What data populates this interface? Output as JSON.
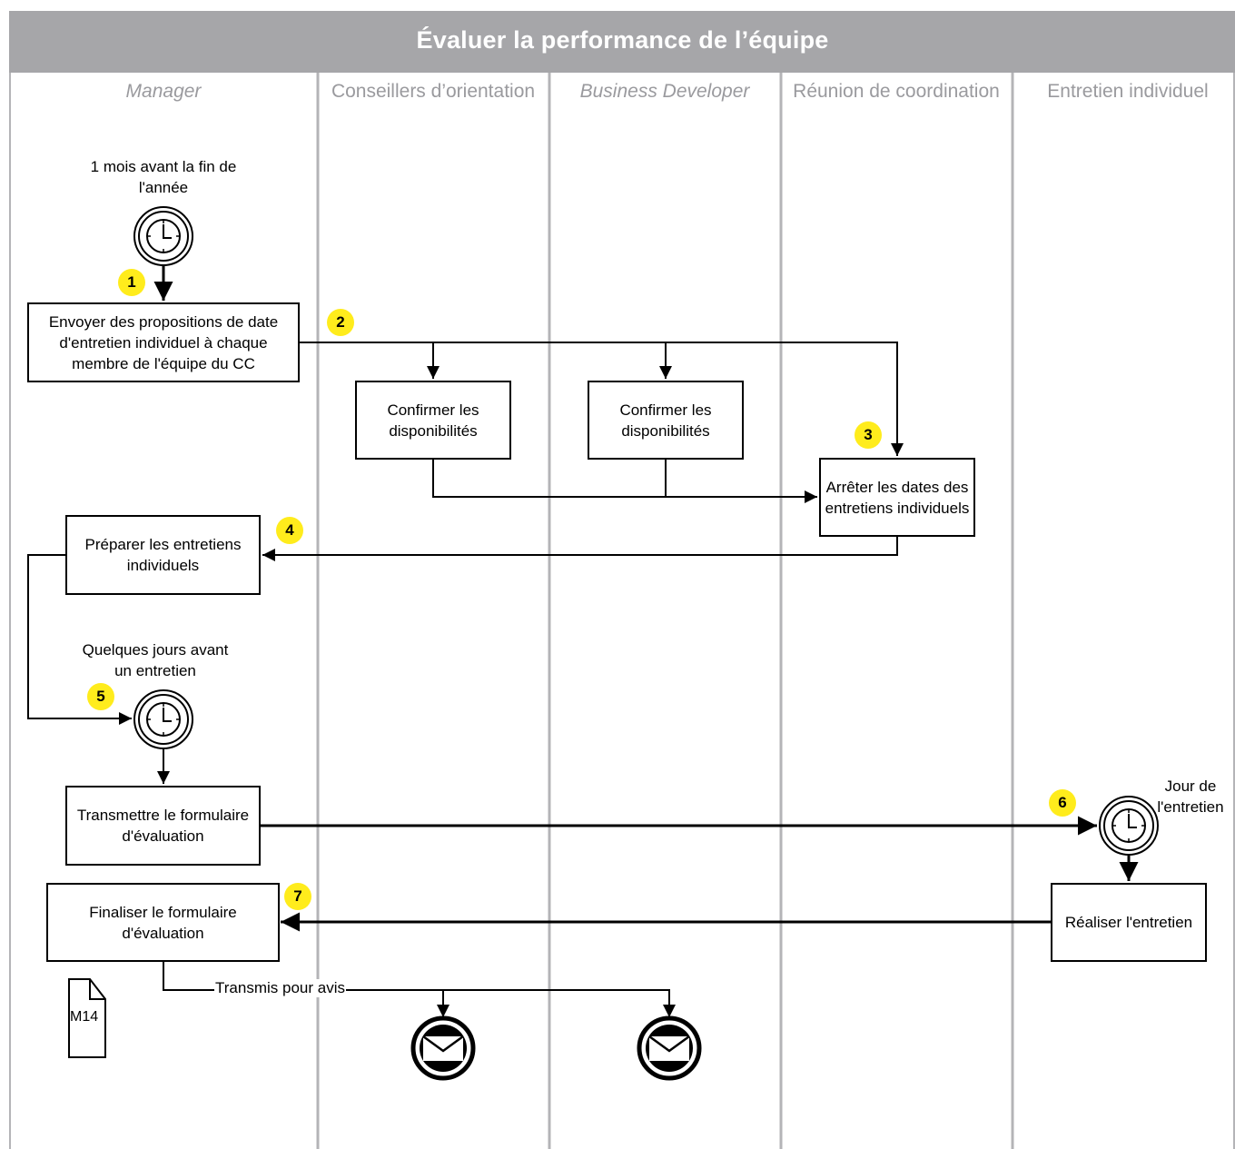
{
  "title": "Évaluer la performance de l’équipe",
  "lanes": [
    {
      "label": "Manager",
      "italic": true
    },
    {
      "label": "Conseillers d’orientation",
      "italic": false
    },
    {
      "label": "Business Developer",
      "italic": true
    },
    {
      "label": "Réunion de coordination",
      "italic": false
    },
    {
      "label": "Entretien individuel",
      "italic": false
    }
  ],
  "events": {
    "timer_start": "1 mois avant la fin de l'année",
    "timer_before_interview": "Quelques jours avant un entretien",
    "timer_interview_day": "Jour de l'entretien"
  },
  "tasks": {
    "send_proposals": "Envoyer des propositions de date d'entretien individuel à chaque membre de l'équipe du CC",
    "confirm_counselors": "Confirmer les disponibilités",
    "confirm_bizdev": "Confirmer les disponibilités",
    "fix_dates": "Arrêter les dates des entretiens individuels",
    "prepare_interviews": "Préparer les entretiens individuels",
    "transmit_form": "Transmettre le formulaire d'évaluation",
    "conduct_interview": "Réaliser l'entretien",
    "finalize_form": "Finaliser le formulaire d'évaluation"
  },
  "steps": [
    "1",
    "2",
    "3",
    "4",
    "5",
    "6",
    "7"
  ],
  "edges": {
    "sent_for_review": "Transmis pour avis"
  },
  "document": {
    "label": "M14"
  },
  "icons": {
    "timer": "clock-icon",
    "message": "envelope-icon",
    "document": "document-icon"
  },
  "colors": {
    "header": "#a6a6a9",
    "badge": "#ffec1c",
    "lane_divider": "#b4b4b7",
    "lane_text": "#9a9a9e"
  }
}
